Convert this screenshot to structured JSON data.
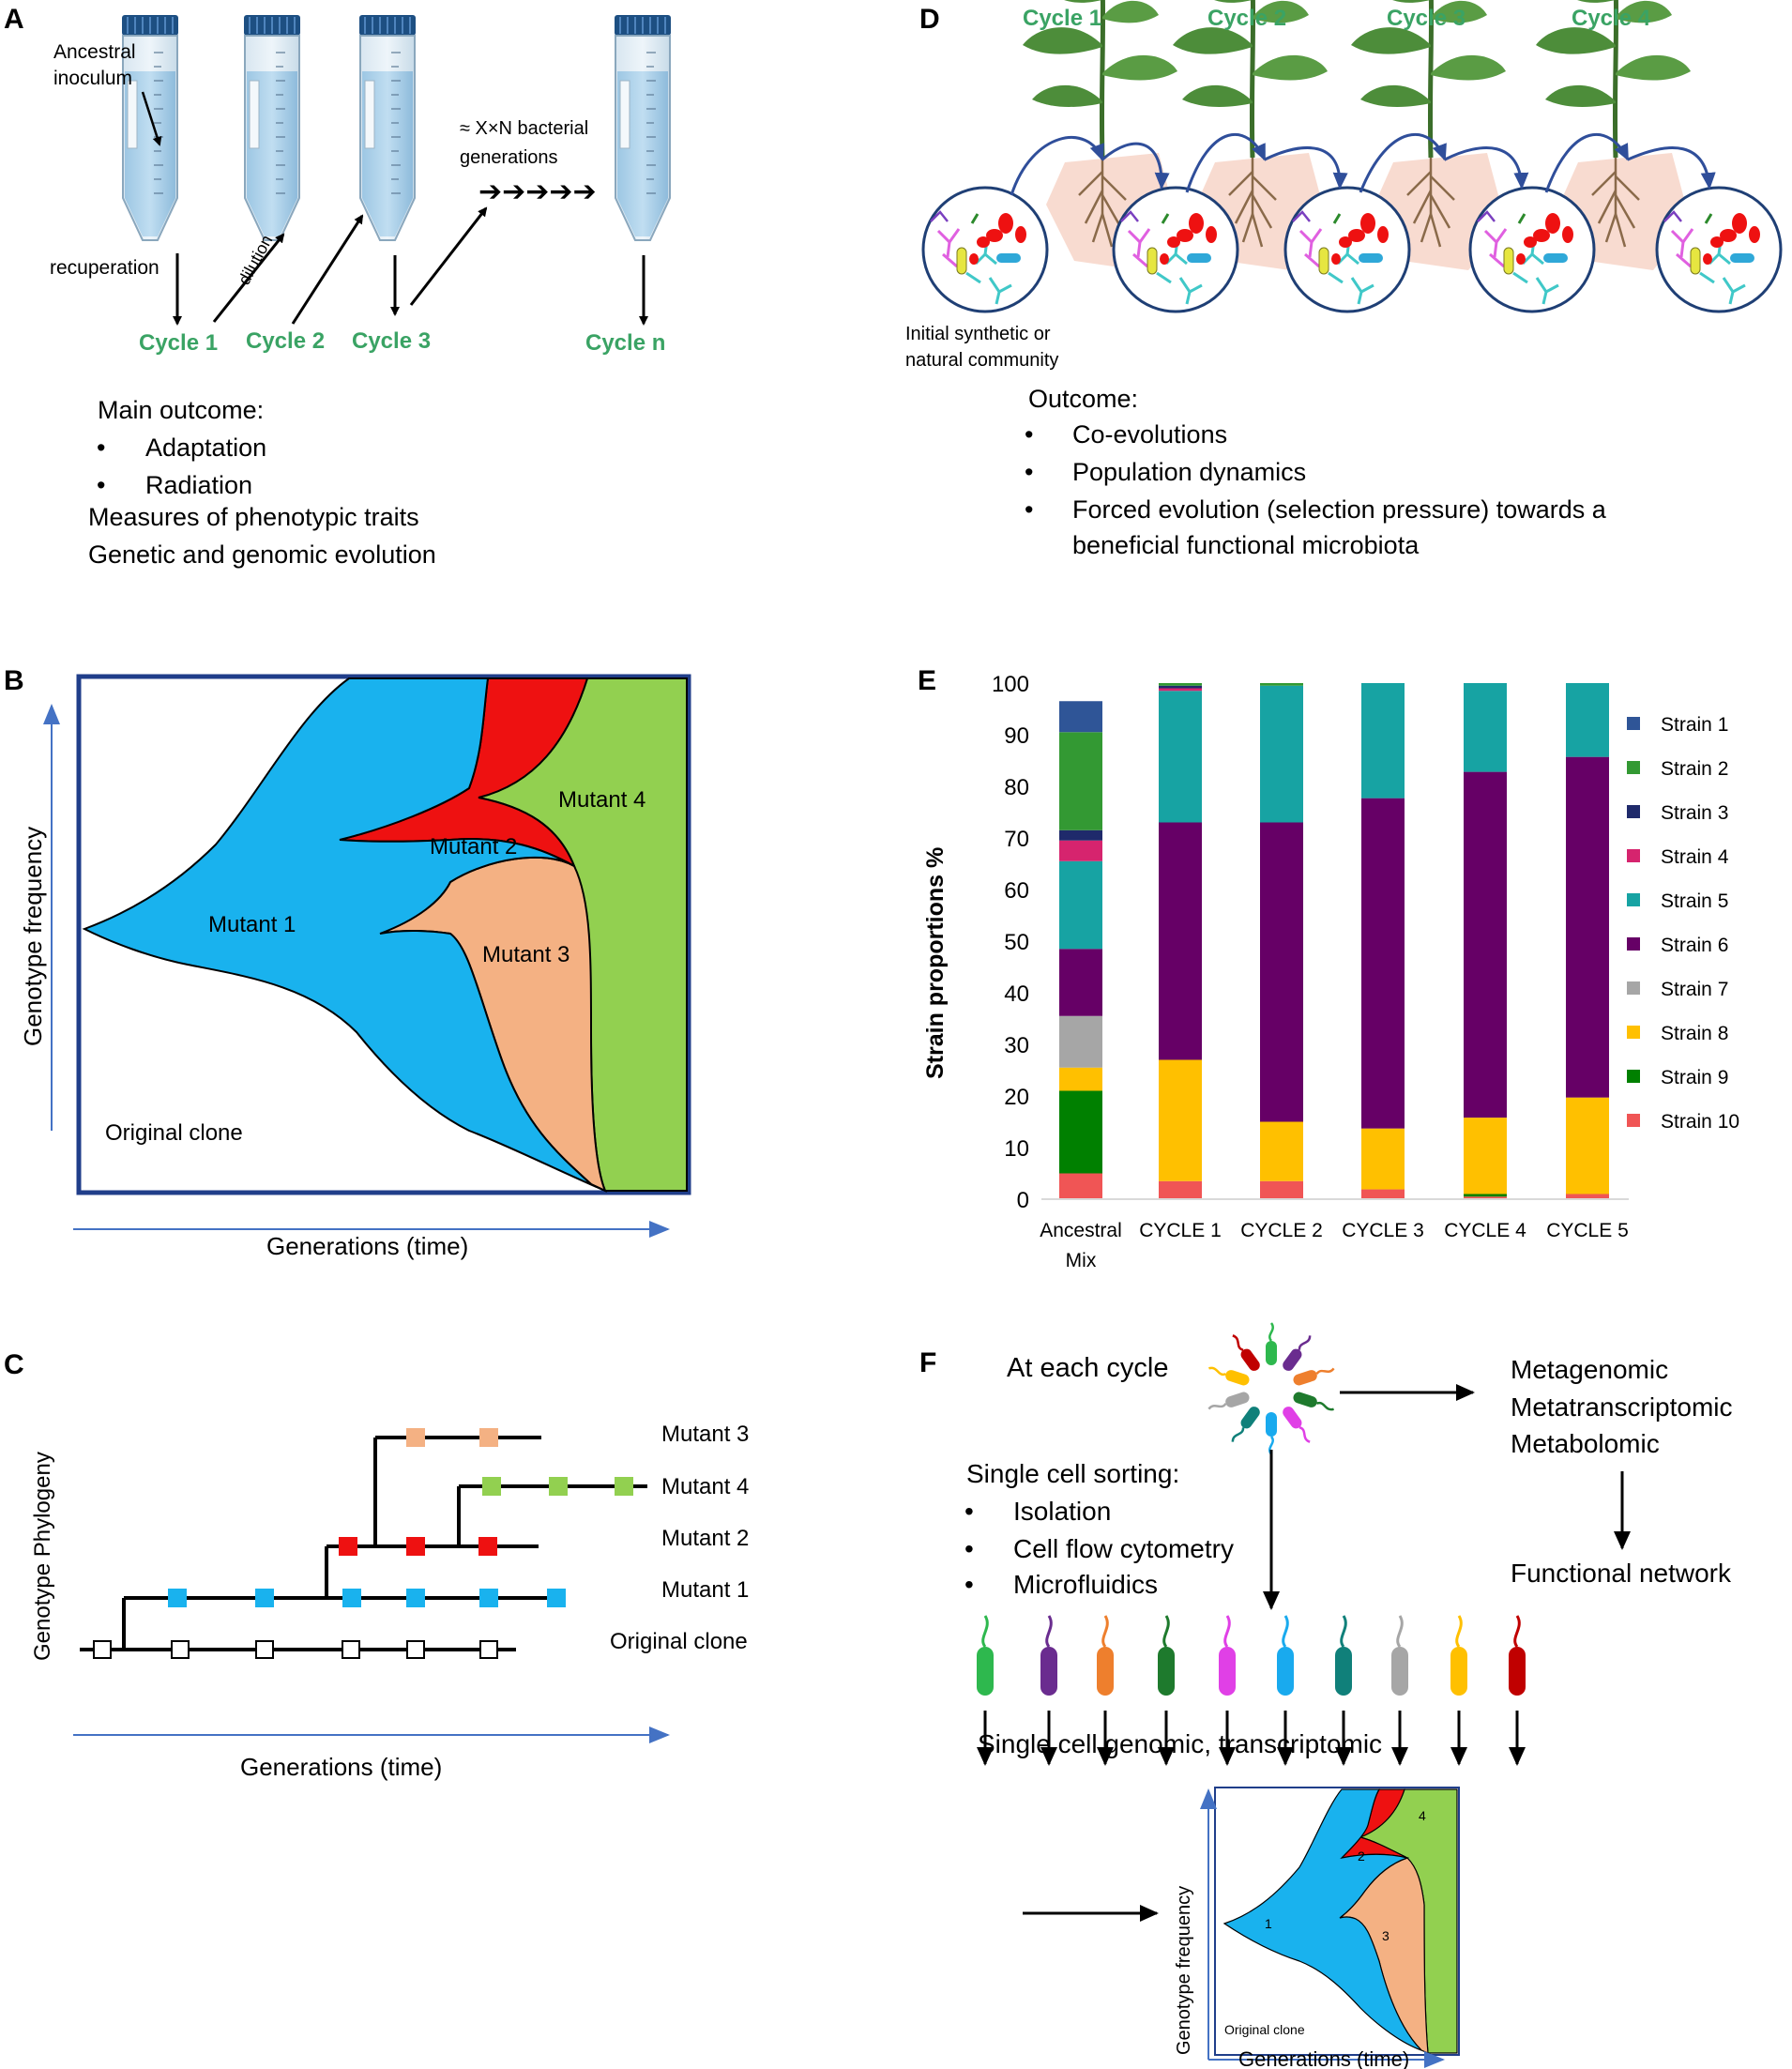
{
  "panel_labels": {
    "a": "A",
    "b": "B",
    "c": "C",
    "d": "D",
    "e": "E",
    "f": "F"
  },
  "panel_a": {
    "inoculum": [
      "Ancestral",
      "inoculum"
    ],
    "generations": [
      "≈ X×N bacterial",
      "generations"
    ],
    "arrows_text": "➔➔➔➔➔",
    "recuperation": "recuperation",
    "dilution": "dilution",
    "cycles": [
      "Cycle 1",
      "Cycle 2",
      "Cycle 3",
      "Cycle n"
    ],
    "outcome_title": "Main outcome:",
    "bullets": [
      "Adaptation",
      "Radiation"
    ],
    "extra_lines": [
      "Measures of phenotypic traits",
      "Genetic and genomic evolution"
    ]
  },
  "panel_b": {
    "y_axis": "Genotype frequency",
    "x_axis": "Generations (time)",
    "original_clone": "Original clone",
    "mutant1": "Mutant 1",
    "mutant2": "Mutant 2",
    "mutant3": "Mutant 3",
    "mutant4": "Mutant 4",
    "colors": {
      "mutant1": "#19b2ee",
      "mutant2": "#ee1111",
      "mutant3": "#f4b183",
      "mutant4": "#92d050",
      "frame": "#203e8a",
      "axis": "#4472c4"
    }
  },
  "panel_c": {
    "y_axis": "Genotype Phylogeny",
    "x_axis": "Generations (time)",
    "labels": [
      "Mutant 3",
      "Mutant 4",
      "Mutant 2",
      "Mutant 1",
      "Original clone"
    ]
  },
  "panel_d": {
    "cycles": [
      "Cycle 1",
      "Cycle 2",
      "Cycle 3",
      "Cycle 4"
    ],
    "community": [
      "Initial synthetic or",
      "natural community"
    ],
    "outcome_title": "Outcome:",
    "bullets": [
      "Co-evolutions",
      "Population dynamics",
      "Forced evolution (selection pressure) towards a"
    ],
    "bullet_cont": "beneficial functional microbiota"
  },
  "panel_f": {
    "at_each_cycle": "At each cycle",
    "omics": [
      "Metagenomic",
      "Metatranscriptomic",
      "Metabolomic"
    ],
    "functional_network": "Functional network",
    "sorting_title": "Single cell sorting:",
    "sorting_items": [
      "Isolation",
      "Cell flow cytometry",
      "Microfluidics"
    ],
    "single_cell": "Single cell genomic, transcriptomic",
    "mini_y_axis": "Genotype frequency",
    "mini_x_axis": "Generations (time)",
    "mini_original": "Original  clone",
    "mini_numbers": [
      "1",
      "2",
      "3",
      "4"
    ],
    "cell_colors": [
      "#2eb84e",
      "#6a2c8f",
      "#ee7f2d",
      "#1e7a2d",
      "#e040e6",
      "#19aaee",
      "#10807a",
      "#a6a6a6",
      "#ffc000",
      "#c00000"
    ]
  },
  "chart_data": {
    "type": "bar",
    "ylabel": "Strain proportions %",
    "ylim": [
      0,
      100
    ],
    "y_ticks": [
      "0",
      "10",
      "20",
      "30",
      "40",
      "50",
      "60",
      "70",
      "80",
      "90",
      "100"
    ],
    "categories": [
      "Ancestral Mix",
      "CYCLE 1",
      "CYCLE 2",
      "CYCLE 3",
      "CYCLE 4",
      "CYCLE 5"
    ],
    "category_lines": [
      [
        "Ancestral",
        "Mix"
      ],
      [
        "CYCLE 1"
      ],
      [
        "CYCLE 2"
      ],
      [
        "CYCLE 3"
      ],
      [
        "CYCLE 4"
      ],
      [
        "CYCLE 5"
      ]
    ],
    "stacking": "bottom-to-top: Strain 10, Strain 9, Strain 8, Strain 7, Strain 6, Strain 5, Strain 4, Strain 3, Strain 2, Strain 1",
    "legend_position": "right",
    "series": [
      {
        "name": "Strain 1",
        "color": "#2f5597",
        "values": [
          6,
          0,
          0,
          0,
          0,
          0
        ]
      },
      {
        "name": "Strain 2",
        "color": "#339933",
        "values": [
          19,
          0.5,
          0.5,
          0,
          0,
          0
        ]
      },
      {
        "name": "Strain 3",
        "color": "#1f2a6b",
        "values": [
          2,
          0.5,
          0,
          0,
          0,
          0
        ]
      },
      {
        "name": "Strain 4",
        "color": "#d6246e",
        "values": [
          4,
          0.5,
          0,
          0,
          0,
          0
        ]
      },
      {
        "name": "Strain 5",
        "color": "#17a3a3",
        "values": [
          17,
          25.5,
          26.5,
          22.3,
          17.2,
          14.3
        ]
      },
      {
        "name": "Strain 6",
        "color": "#660066",
        "values": [
          13,
          46,
          58,
          64,
          67,
          66
        ]
      },
      {
        "name": "Strain 7",
        "color": "#a6a6a6",
        "values": [
          10,
          0,
          0,
          0,
          0,
          0
        ]
      },
      {
        "name": "Strain 8",
        "color": "#ffc000",
        "values": [
          4.5,
          23.5,
          11.5,
          11.8,
          14.8,
          18.7
        ]
      },
      {
        "name": "Strain 9",
        "color": "#008000",
        "values": [
          16,
          0,
          0,
          0,
          0.5,
          0
        ]
      },
      {
        "name": "Strain 10",
        "color": "#f05555",
        "values": [
          5,
          3.5,
          3.5,
          1.9,
          0.5,
          1
        ]
      }
    ]
  }
}
